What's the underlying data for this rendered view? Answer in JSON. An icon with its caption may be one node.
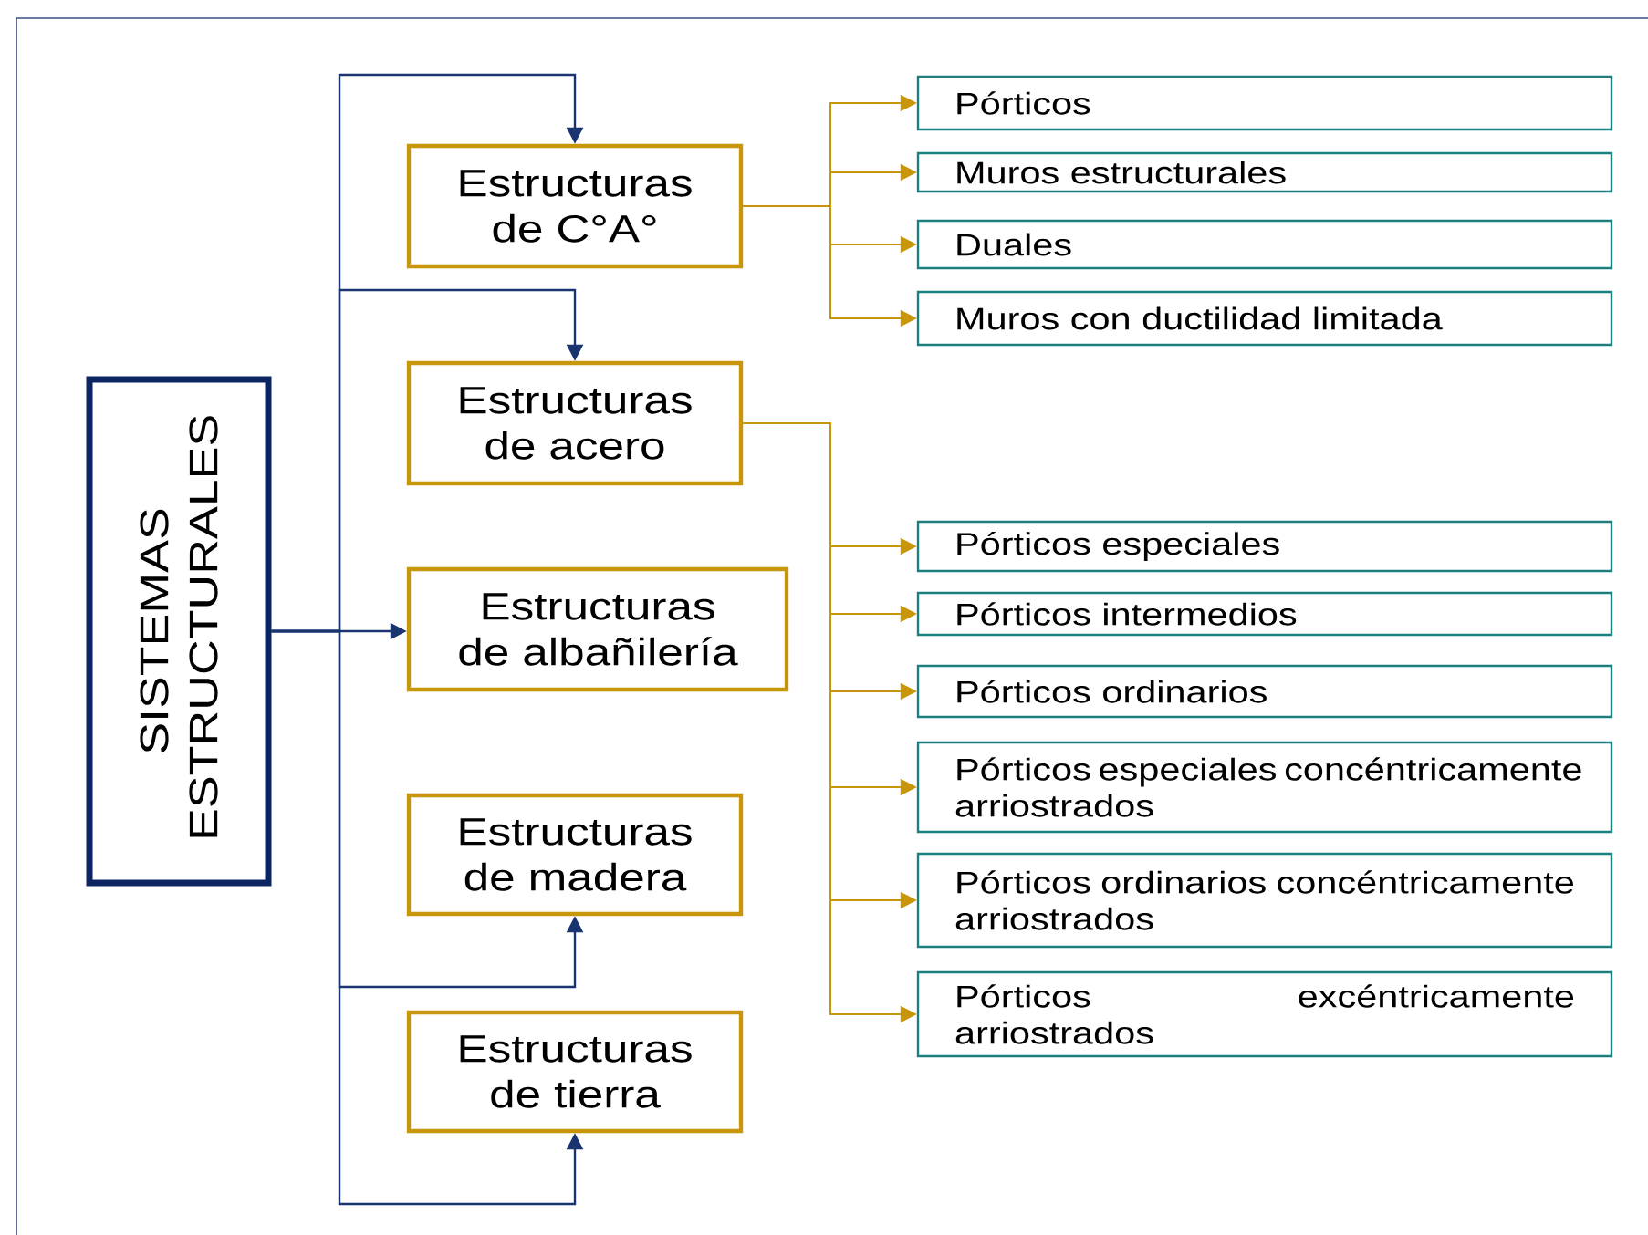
{
  "diagram": {
    "nodes": [
      {
        "text": [
          "SISTEMAS ESTRUCTURALES"
        ]
      },
      {
        "text": [
          "Estructuras de C°A°"
        ]
      },
      {
        "text": [
          "Estructuras de acero"
        ]
      },
      {
        "text": [
          "Estructuras de albañilería"
        ]
      },
      {
        "text": [
          "Estructuras de madera"
        ]
      },
      {
        "text": [
          "Estructuras de tierra"
        ]
      },
      {
        "text": [
          "Pórticos"
        ]
      },
      {
        "text": [
          "Muros estructurales"
        ]
      },
      {
        "text": [
          "Duales"
        ]
      },
      {
        "text": [
          "Muros con ductilidad limitada"
        ]
      },
      {
        "text": [
          "Pórticos especiales"
        ]
      },
      {
        "text": [
          "Pórticos intermedios"
        ]
      },
      {
        "text": [
          "Pórticos ordinarios"
        ]
      },
      {
        "text": [
          "Pórticos especiales concéntricamente arriostrados"
        ]
      },
      {
        "text": [
          "Pórticos ordinarios concéntricamente arriostrados"
        ]
      },
      {
        "text": [
          "Pórticos excéntricamente arriostrados"
        ]
      }
    ],
    "edges": [
      {
        "from": 0,
        "to": 1,
        "arrow": "to",
        "color": "#1a3470"
      },
      {
        "from": 0,
        "to": 2,
        "arrow": "to",
        "color": "#1a3470"
      },
      {
        "from": 0,
        "to": 3,
        "arrow": "to",
        "color": "#1a3470"
      },
      {
        "from": 0,
        "to": 4,
        "arrow": "to",
        "color": "#1a3470"
      },
      {
        "from": 0,
        "to": 5,
        "arrow": "to",
        "color": "#1a3470"
      },
      {
        "from": 1,
        "to": 6,
        "arrow": "to"
      },
      {
        "from": 1,
        "to": 7,
        "arrow": "to"
      },
      {
        "from": 1,
        "to": 8,
        "arrow": "to"
      },
      {
        "from": 1,
        "to": 9,
        "arrow": "to"
      },
      {
        "from": 2,
        "to": 10,
        "arrow": "to"
      },
      {
        "from": 2,
        "to": 11,
        "arrow": "to"
      },
      {
        "from": 2,
        "to": 12,
        "arrow": "to"
      },
      {
        "from": 2,
        "to": 13,
        "arrow": "to"
      },
      {
        "from": 2,
        "to": 14,
        "arrow": "to"
      },
      {
        "from": 2,
        "to": 15,
        "arrow": "to"
      }
    ]
  }
}
